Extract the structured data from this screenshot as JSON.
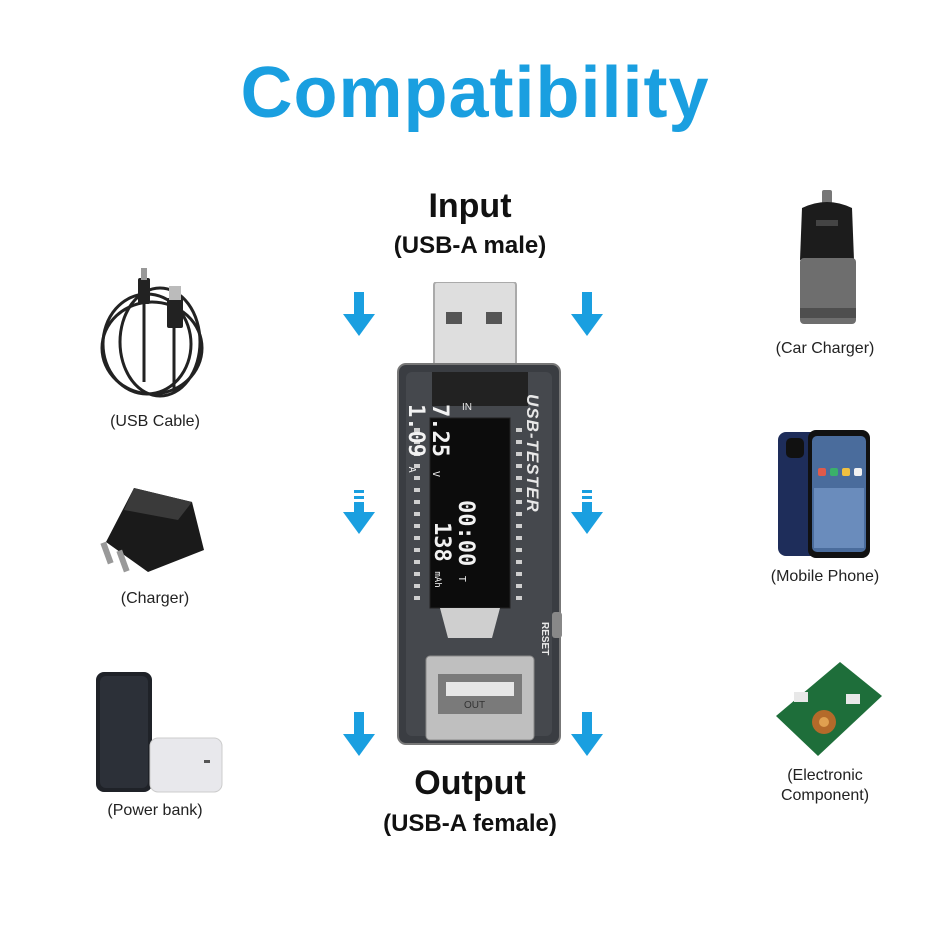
{
  "title": "Compatibility",
  "input": {
    "heading": "Input",
    "sub": "(USB-A male)"
  },
  "output": {
    "heading": "Output",
    "sub": "(USB-A female)"
  },
  "left_items": [
    {
      "label": "(USB Cable)",
      "icon": "usb-cable-icon"
    },
    {
      "label": "(Charger)",
      "icon": "charger-icon"
    },
    {
      "label": "(Power bank)",
      "icon": "power-bank-icon"
    }
  ],
  "right_items": [
    {
      "label": "(Car Charger)",
      "icon": "car-charger-icon"
    },
    {
      "label": "(Mobile Phone)",
      "icon": "mobile-phone-icon"
    },
    {
      "label": "(Electronic",
      "label2": "Component)",
      "icon": "circuit-board-icon"
    }
  ],
  "device": {
    "brand": "USB-TESTER",
    "in_label": "IN",
    "out_label": "OUT",
    "reset_label": "RESET",
    "voltage": "7.25",
    "voltage_unit": "V",
    "current": "1.09",
    "current_unit": "A",
    "time": "00:00",
    "time_unit": "T",
    "capacity": "138",
    "capacity_unit": "mAh"
  },
  "colors": {
    "accent": "#1a9fe0",
    "arrow": "#1a9fe0"
  }
}
